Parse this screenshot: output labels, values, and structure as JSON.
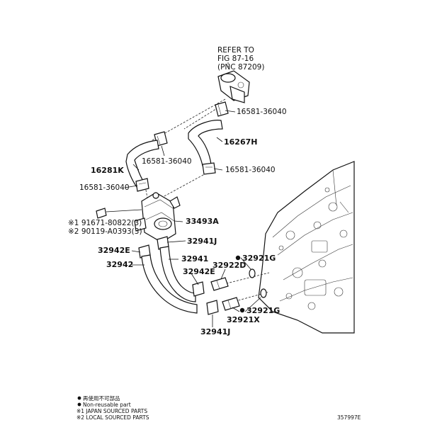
{
  "refer": {
    "line1": "REFER TO",
    "line2": "FIG 87-16",
    "line3": "(PNC 87209)"
  },
  "parts": {
    "clip_a": "16581-36040",
    "hose_h": "16267H",
    "clip_b": "16581-36040",
    "clip_c": "16581-36040",
    "hose_k": "16281K",
    "clip_d": "16581-36040",
    "bolt_1": "※1 91671-80822(3)",
    "bolt_2": "※2 90119-A0393(3)",
    "cooler": "33493A",
    "hose_j_top": "32941J",
    "clip_e_top": "32942E",
    "hose_941": "32941",
    "hose_942": "32942",
    "clip_e_bottom": "32942E",
    "union_d": "32922D",
    "gasket_top": "32921G",
    "union_x": "32921X",
    "gasket_bottom": "32921G",
    "hose_j_bottom": "32941J"
  },
  "legend": {
    "jp": "再使用不可部品",
    "en": "Non-reusable part",
    "note1": "※1 JAPAN SOURCED PARTS",
    "note2": "※2 LOCAL SOURCED PARTS"
  },
  "figure_id": "357997E"
}
